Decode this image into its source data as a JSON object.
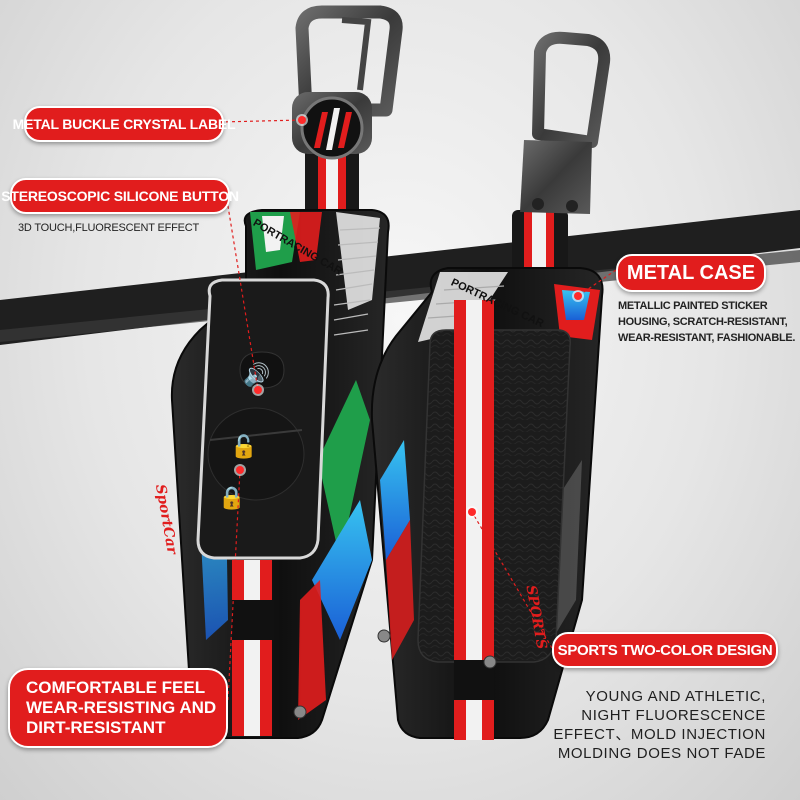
{
  "callouts": {
    "crystal_label": "METAL BUCKLE CRYSTAL LABEL",
    "silicone_button": "STEREOSCOPIC SILICONE BUTTON",
    "silicone_note": "3D TOUCH,FLUORESCENT EFFECT",
    "metal_case": "METAL CASE",
    "metal_note": [
      "METALLIC PAINTED STICKER",
      "HOUSING, SCRATCH-RESISTANT,",
      "WEAR-RESISTANT, FASHIONABLE."
    ],
    "two_color": "SPORTS TWO-COLOR DESIGN",
    "two_color_note": [
      "YOUNG AND ATHLETIC,",
      "NIGHT FLUORESCENCE",
      "EFFECT、MOLD INJECTION",
      "MOLDING DOES NOT FADE"
    ],
    "comfortable": [
      "COMFORTABLE FEEL",
      "WEAR-RESISTING AND",
      "DIRT-RESISTANT"
    ]
  },
  "product_text": {
    "front_brand": "PORTRACING CAR",
    "back_brand": "PORTRACING CAR",
    "front_script": "SportCar",
    "back_script": "SPORTS"
  },
  "colors": {
    "accent_red": "#e11d1d",
    "case_black": "#151515",
    "stripe_white": "#f2f2f2",
    "decal_blue": "#2a7de1",
    "decal_green": "#1f9e4a"
  }
}
